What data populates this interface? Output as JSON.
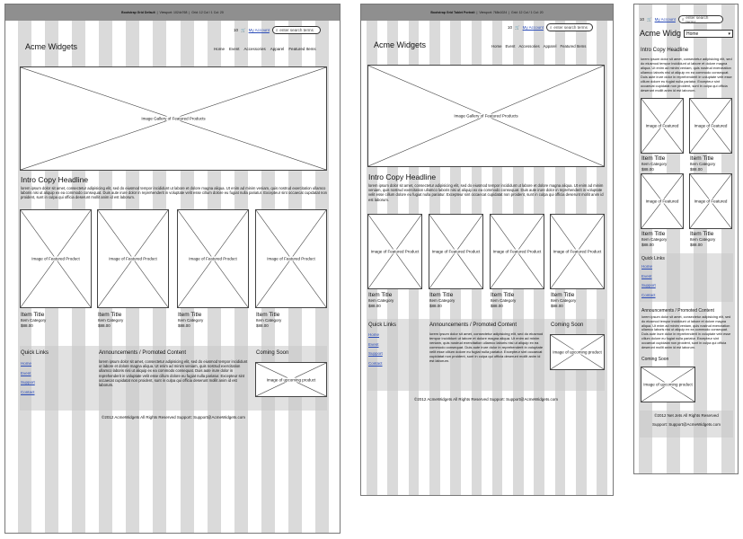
{
  "site": {
    "brand": "Acme Widgets",
    "brand_truncated": "Acme Widg",
    "cart_count": "10",
    "account_link": "My Account",
    "search_placeholder": "enter search terms",
    "nav": [
      "Home",
      "Event",
      "Accessories",
      "Apparel",
      "Featured Items"
    ],
    "mobile_nav_select": "Home"
  },
  "frames": {
    "desktop": {
      "title": "Bootstrap Grid Default",
      "viewport": "Viewport: 1024x768",
      "grid": "Grid: 12 Col / 1 Col: 20"
    },
    "tablet": {
      "title": "Bootstrap Grid Tablet Portrait",
      "viewport": "Viewport: 768x1024",
      "grid": "Grid: 12 Col / 1 Col: 20"
    }
  },
  "hero": {
    "label": "Image Gallery of Featured Products"
  },
  "intro": {
    "headline": "Intro Copy Headline",
    "body": "lorem ipsum dolor sit amet, consectetur adipisicing elit, sed do eiusmod tempor incididunt ut labore et dolore magna aliqua. Ut enim ad minim veniam, quis nostrud exercitation ullamco laboris nisi ut aliquip ex ea commodo consequat. Duis aute irure dolor in reprehenderit in voluptate velit esse cillum dolore eu fugiat nulla pariatur. Excepteur sint occaecat cupidatat non proident, sunt in culpa qui officia deserunt mollit anim id est laborum."
  },
  "products": {
    "image_label": "Image of Featured Product",
    "image_label_short": "Image of Featured",
    "items": [
      {
        "title": "Item Title",
        "category": "Item Category",
        "price": "$88.00"
      },
      {
        "title": "Item Title",
        "category": "Item Category",
        "price": "$88.00"
      },
      {
        "title": "Item Title",
        "category": "Item Category",
        "price": "$88.00"
      },
      {
        "title": "Item Title",
        "category": "Item Category",
        "price": "$88.00"
      }
    ]
  },
  "quick_links": {
    "heading": "Quick Links",
    "links": [
      "Home",
      "Event",
      "Support",
      "Contact"
    ]
  },
  "announcements": {
    "heading": "Announcements / Promoted Content",
    "body": "lorem ipsum dolor sit amet, consectetur adipisicing elit, sed do eiusmod tempor incididunt ut labore et dolore magna aliqua. Ut enim ad minim veniam, quis nostrud exercitation ullamco laboris nisi ut aliquip ex ea commodo consequat. Duis aute irure dolor in reprehenderit in voluptate velit esse cillum dolore eu fugiat nulla pariatur. Excepteur sint occaecat cupidatat non proident, sunt in culpa qui officia deserunt mollit anim id est laborum."
  },
  "coming_soon": {
    "heading": "Coming Soon",
    "image_label": "Image of upcoming product"
  },
  "footer": {
    "text": "©2012 AcmeWidgets   All Rights Reserved   Support: Support@AcmeWidgets.com",
    "mobile_line1": "©2012 Net Jets   All Rights Reserved",
    "mobile_line2": "Support: Support@AcmeWidgets.com"
  }
}
